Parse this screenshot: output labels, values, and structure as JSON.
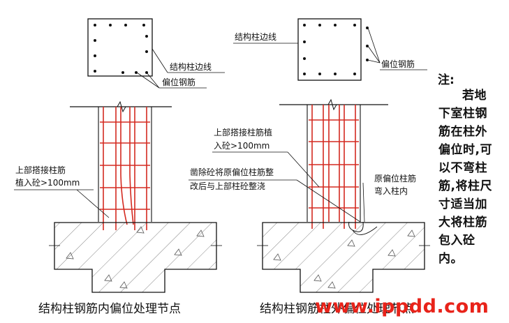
{
  "left_detail": {
    "label_column_edge": "结构柱边线",
    "label_offset_rebar": "偏位钢筋",
    "label_lap_line1": "上部搭接柱筋",
    "label_lap_line2": "植入砼>100mm",
    "caption": "结构柱钢筋内偏位处理节点"
  },
  "right_detail": {
    "label_column_edge": "结构柱边线",
    "label_offset_rebar": "偏位钢筋",
    "label_lap_line1": "上部搭接柱筋植",
    "label_lap_line2": "入砼>100mm",
    "label_chisel_line1": "凿除砼将原偏位柱筋整",
    "label_chisel_line2": "改后与上部柱砼整浇",
    "label_orig_line1": "原偏位柱筋",
    "label_orig_line2": "弯入柱内",
    "caption": "结构柱钢筋柱外偏位处理节点"
  },
  "note": {
    "title": "注:",
    "body": "若地下室柱钢筋在柱外偏位时,可以不弯柱筋,将柱尺寸适当加大将柱筋包入砼内。"
  },
  "watermark": "www.ippdd.com",
  "colors": {
    "rebar": "#d42a20",
    "ink": "#111111",
    "hatch": "#555555",
    "watermark": "#e8231a"
  }
}
